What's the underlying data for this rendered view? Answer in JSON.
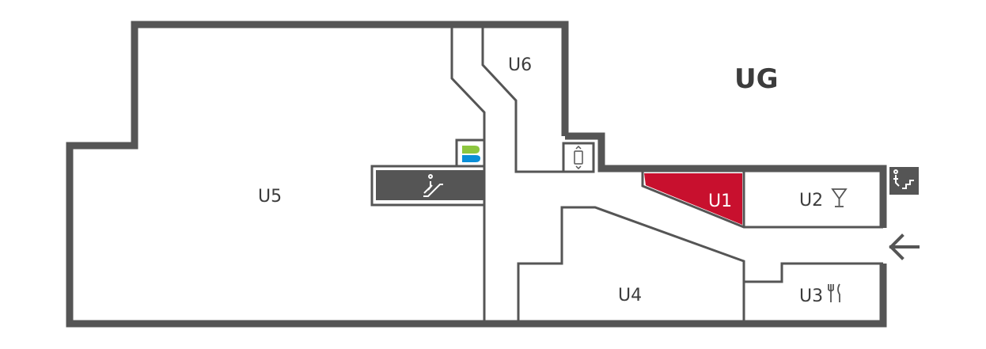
{
  "floor": {
    "name": "UG"
  },
  "units": [
    {
      "id": "U1",
      "label": "U1",
      "highlighted": true
    },
    {
      "id": "U2",
      "label": "U2",
      "icon": "cocktail-glass-icon"
    },
    {
      "id": "U3",
      "label": "U3",
      "icon": "cutlery-icon"
    },
    {
      "id": "U4",
      "label": "U4"
    },
    {
      "id": "U5",
      "label": "U5"
    },
    {
      "id": "U6",
      "label": "U6"
    }
  ],
  "icons": {
    "escalator": "escalator-icon",
    "elevator": "elevator-icon",
    "stairs": "stairs-icon",
    "brand": "b-logo-icon",
    "entrance": "entrance-arrow-icon"
  },
  "colors": {
    "walls": "#555555",
    "highlight": "#c8102e",
    "icon_bg": "#555555",
    "brand_green": "#8dc63f",
    "brand_blue": "#0a8fd8"
  }
}
